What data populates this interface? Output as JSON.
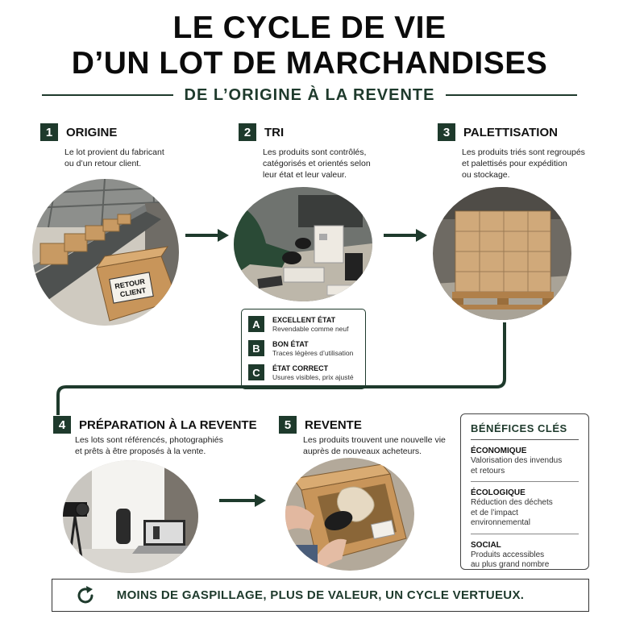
{
  "header": {
    "title_line1": "LE CYCLE DE VIE",
    "title_line2": "D’UN LOT DE MARCHANDISES",
    "subtitle": "DE L’ORIGINE À LA REVENTE"
  },
  "steps": [
    {
      "number": "1",
      "title": "ORIGINE",
      "desc_lines": [
        "Le lot provient du fabricant",
        "ou d’un retour client."
      ],
      "image_label_lines": [
        "RETOUR",
        "CLIENT"
      ]
    },
    {
      "number": "2",
      "title": "TRI",
      "desc_lines": [
        "Les produits sont contrôlés,",
        "catégorisés et orientés selon",
        "leur état et leur valeur."
      ]
    },
    {
      "number": "3",
      "title": "PALETTISATION",
      "desc_lines": [
        "Les produits triés sont regroupés",
        "et palettisés pour expédition",
        "ou stockage."
      ]
    },
    {
      "number": "4",
      "title": "PRÉPARATION À LA REVENTE",
      "desc_lines": [
        "Les lots sont référencés, photographiés",
        "et prêts à être proposés à la vente."
      ]
    },
    {
      "number": "5",
      "title": "REVENTE",
      "desc_lines": [
        "Les produits trouvent une nouvelle vie",
        "auprès de nouveaux acheteurs."
      ]
    }
  ],
  "grades": [
    {
      "letter": "A",
      "title": "EXCELLENT ÉTAT",
      "desc": "Revendable comme neuf"
    },
    {
      "letter": "B",
      "title": "BON ÉTAT",
      "desc": "Traces légères d’utilisation"
    },
    {
      "letter": "C",
      "title": "ÉTAT CORRECT",
      "desc": "Usures visibles, prix ajusté"
    }
  ],
  "benefits": {
    "title": "BÉNÉFICES CLÉS",
    "items": [
      {
        "name": "ÉCONOMIQUE",
        "desc_lines": [
          "Valorisation des invendus",
          "et retours"
        ]
      },
      {
        "name": "ÉCOLOGIQUE",
        "desc_lines": [
          "Réduction des déchets",
          "et de l’impact environnemental"
        ]
      },
      {
        "name": "SOCIAL",
        "desc_lines": [
          "Produits accessibles",
          "au plus grand nombre"
        ]
      }
    ]
  },
  "footer": {
    "icon": "cycle-arrow-icon",
    "text": "MOINS DE GASPILLAGE, PLUS DE VALEUR, UN CYCLE VERTUEUX."
  },
  "colors": {
    "accent": "#1e3a2c",
    "cardboard": "#c89a63",
    "text": "#111111"
  }
}
